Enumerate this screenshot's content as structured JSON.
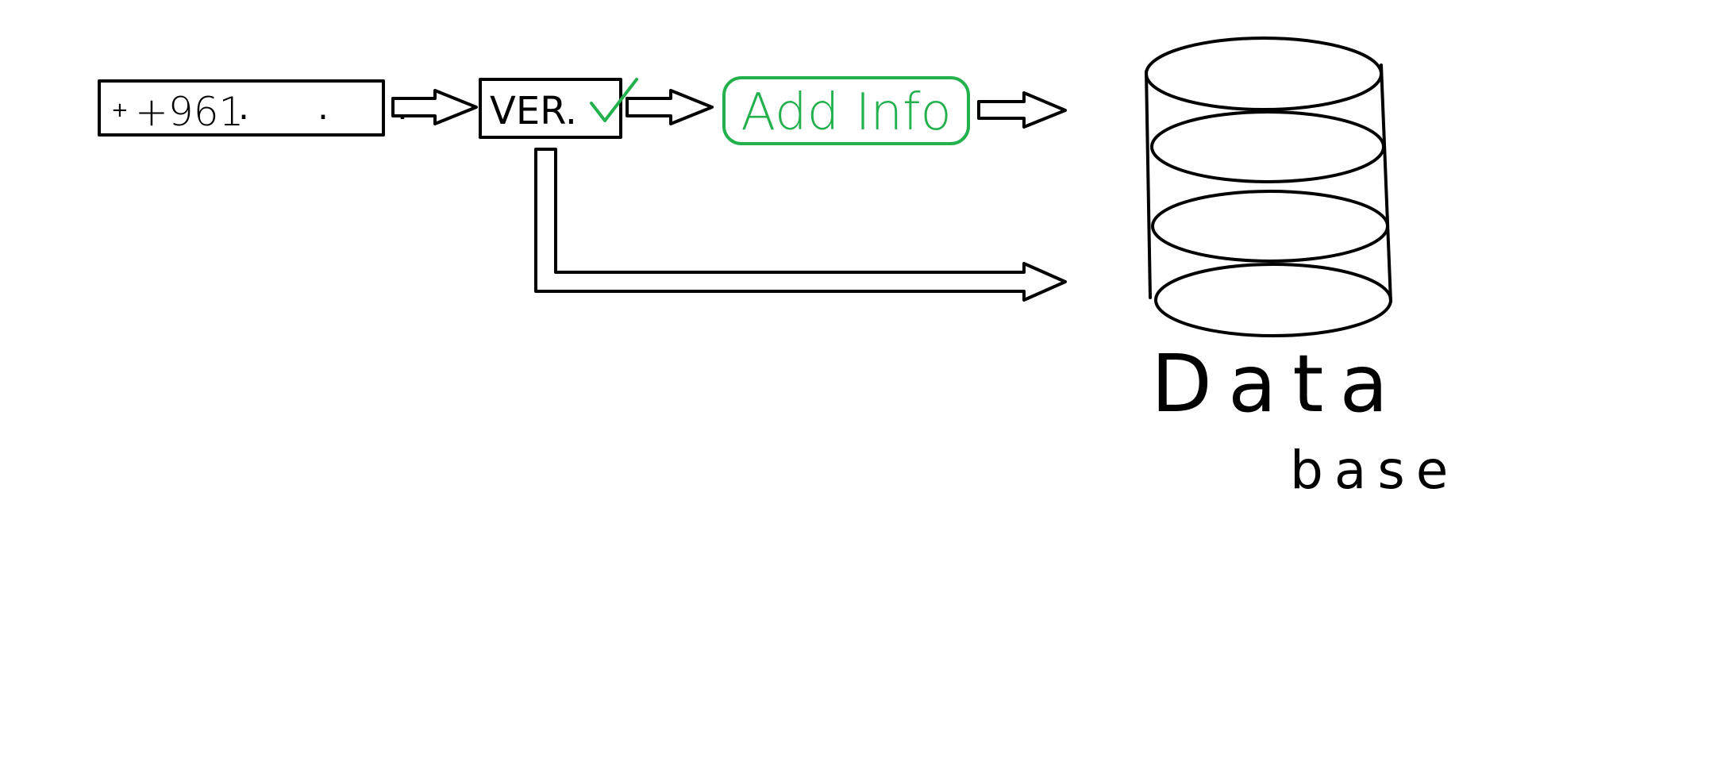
{
  "phone_input": {
    "prefix": "+961",
    "masked": ". . ."
  },
  "verify_box": {
    "label": "VER."
  },
  "add_info": {
    "label": "Add Info"
  },
  "database": {
    "line1": "Data",
    "line2": "base"
  },
  "colors": {
    "ink": "#000000",
    "accent": "#22b14c",
    "background": "#ffffff"
  }
}
